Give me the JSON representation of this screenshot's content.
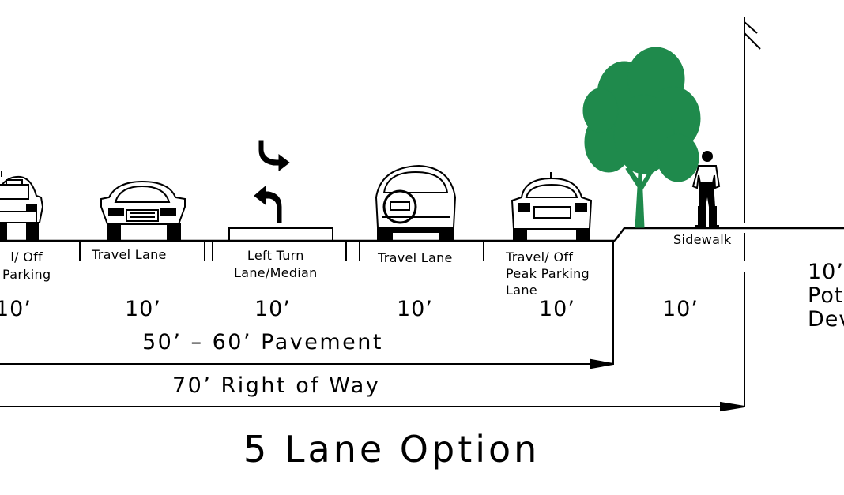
{
  "lanes": [
    {
      "label_lines": [
        "l/ Off",
        "Parking"
      ],
      "width": "10’"
    },
    {
      "label_lines": [
        "Travel Lane"
      ],
      "width": "10’"
    },
    {
      "label_lines": [
        "Left Turn",
        "Lane/Median"
      ],
      "width": "10’"
    },
    {
      "label_lines": [
        "Travel Lane"
      ],
      "width": "10’"
    },
    {
      "label_lines": [
        "Travel/ Off",
        "Peak Parking",
        "Lane"
      ],
      "width": "10’"
    }
  ],
  "sidewalk": {
    "label": "Sidewalk",
    "width": "10’"
  },
  "development": {
    "lines": [
      "10’",
      "Pot",
      "Dev"
    ]
  },
  "pavement_label": "50’ – 60’ Pavement",
  "right_of_way_label": "70’ Right of Way",
  "title": "5 Lane Option",
  "colors": {
    "tree": "#1f8a4c",
    "line": "#000000",
    "background": "#ffffff"
  }
}
